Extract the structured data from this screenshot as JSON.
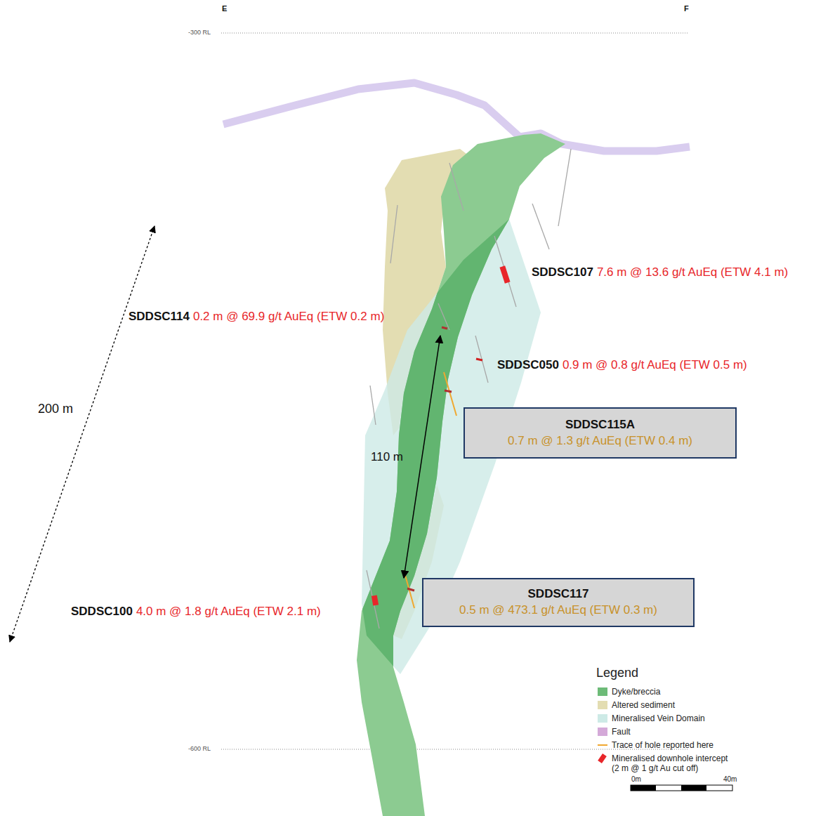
{
  "diagram": {
    "nodes": [
      {
        "text": [
          "SDDSC115A",
          "0.7 m @ 1.3 g/t AuEq (ETW 0.4 m)"
        ]
      },
      {
        "text": [
          "SDDSC117",
          "0.5 m @ 473.1 g/t AuEq (ETW 0.3 m)"
        ]
      }
    ],
    "labels": [
      "E",
      "F",
      "-300 RL",
      "-600 RL",
      "SDDSC107",
      "7.6 m @ 13.6 g/t AuEq (ETW 4.1 m)",
      "SDDSC114",
      "0.2 m @ 69.9 g/t AuEq (ETW 0.2 m)",
      "SDDSC050",
      "0.9 m @ 0.8 g/t AuEq (ETW 0.5 m)",
      "200 m",
      "110 m",
      "SDDSC100",
      "4.0 m @ 1.8 g/t AuEq (ETW 2.1 m)",
      "Legend",
      "0m",
      "40m"
    ],
    "legend": [
      {
        "text": "Dyke/breccia",
        "color": "#6dbb78"
      },
      {
        "text": "Altered sediment",
        "color": "#e3ddb2"
      },
      {
        "text": "Mineralised Vein Domain",
        "color": "#cdeae6"
      },
      {
        "text": "Fault",
        "color": "#d4a9d8"
      },
      {
        "text": "Trace of hole reported here"
      },
      {
        "text": "Mineralised downhole intercept (2 m @ 1 g/t Au cut off)"
      }
    ]
  }
}
